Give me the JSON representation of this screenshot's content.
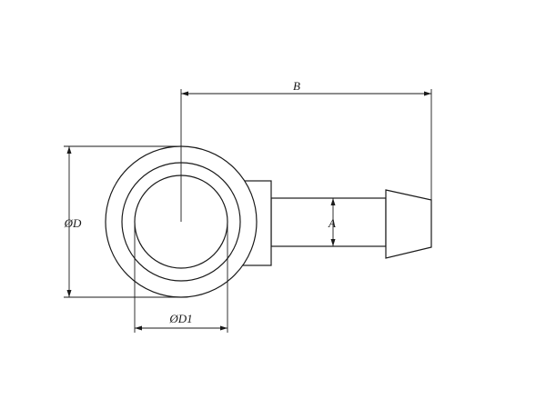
{
  "labels": {
    "dim_b": "B",
    "dim_a": "A",
    "dim_d": "ØD",
    "dim_d1": "ØD1"
  }
}
